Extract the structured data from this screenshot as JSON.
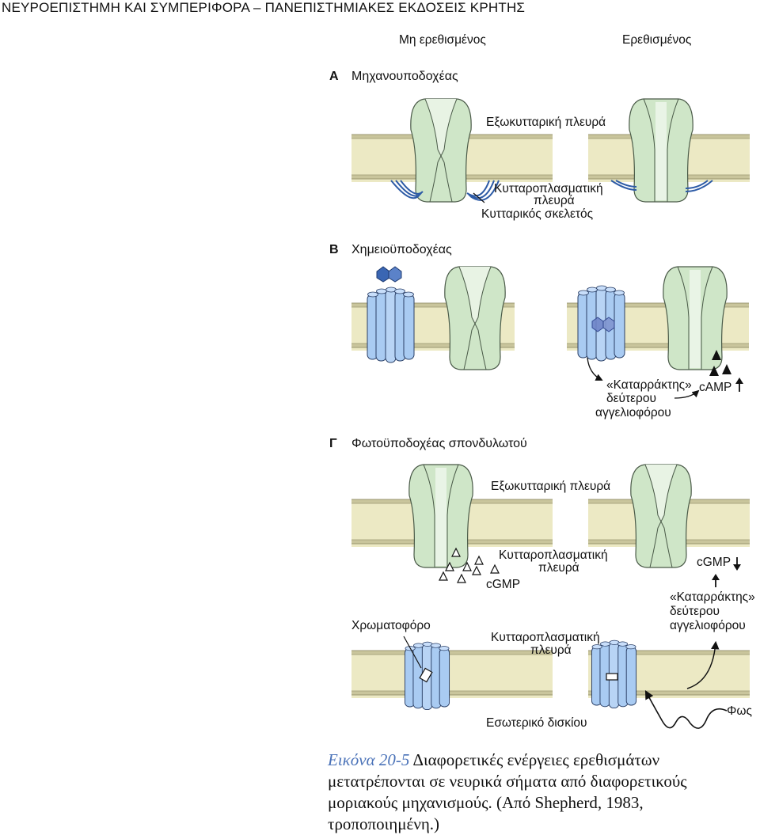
{
  "header": "ΝΕΥΡΟΕΠΙΣΤΗΜΗ ΚΑΙ ΣΥΜΠΕΡΙΦΟΡΑ – ΠΑΝΕΠΙΣΤΗΜΙΑΚΕΣ ΕΚΔΟΣΕΙΣ ΚΡΗΤΗΣ",
  "columns": {
    "unstimulated": "Μη ερεθισμένος",
    "stimulated": "Ερεθισμένος"
  },
  "sectionA": {
    "letter": "Α",
    "title": "Μηχανουποδοχέας",
    "extracellular": "Εξωκυτταρική πλευρά",
    "cytoplasmic_1": "Κυτταροπλασματική",
    "cytoplasmic_2": "πλευρά",
    "cytoskeleton": "Κυτταρικός σκελετός"
  },
  "sectionB": {
    "letter": "Β",
    "title": "Χημειοϋποδοχέας",
    "cascade_1": "«Καταρράκτης»",
    "cascade_2": "δεύτερου",
    "cascade_3": "αγγελιοφόρου",
    "messenger": "cAMP"
  },
  "sectionC": {
    "letter": "Γ",
    "title": "Φωτοϋποδοχέας σπονδυλωτού",
    "extracellular": "Εξωκυτταρική πλευρά",
    "cytoplasmic_1": "Κυτταροπλασματική",
    "cytoplasmic_2": "πλευρά",
    "messenger": "cGMP",
    "messenger_right": "cGMP",
    "cascade_1": "«Καταρράκτης»",
    "cascade_2": "δεύτερου",
    "cascade_3": "αγγελιοφόρου",
    "chromophore": "Χρωματοφόρο",
    "disk_cyto_1": "Κυτταροπλασματική",
    "disk_cyto_2": "πλευρά",
    "disk_interior": "Εσωτερικό δισκίου",
    "light": "Φως"
  },
  "caption": {
    "figure": "Εικόνα 20-5",
    "text": "Διαφορετικές ενέργειες ερεθισμάτων μετατρέπονται σε νευρικά σήματα από διαφορετικούς μοριακούς μηχανισμούς. (Από Shepherd, 1983, τροποποιημένη.)"
  },
  "colors": {
    "membrane": "#ece9c4",
    "membrane_line": "#9a9670",
    "channel": "#cfe6c8",
    "channel_stroke": "#4a5a48",
    "receptor": "#a9cbf2",
    "receptor_stroke": "#2a3f66",
    "cytoskeleton": "#2d5ba6",
    "caption_accent": "#4a72b8"
  }
}
